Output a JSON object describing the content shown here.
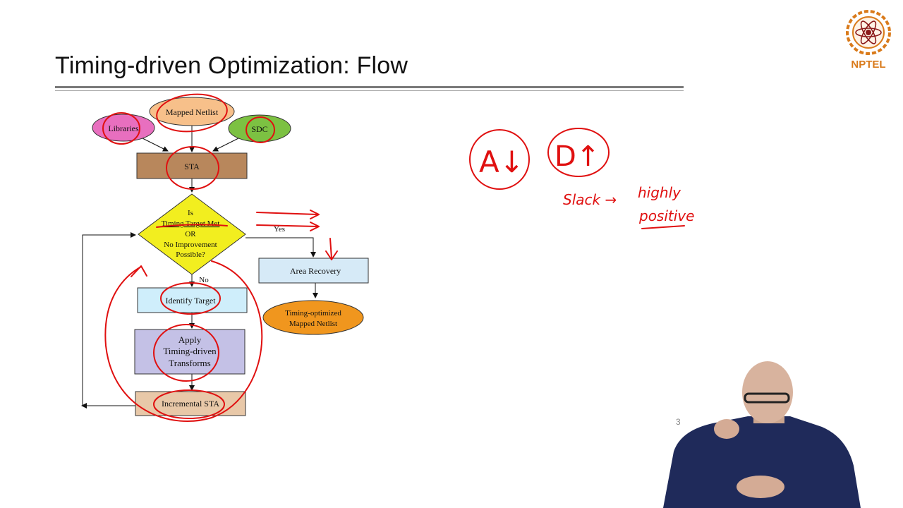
{
  "slide": {
    "title": "Timing-driven Optimization: Flow",
    "page_number": "3",
    "logo_label": "NPTEL"
  },
  "flow": {
    "mapped_netlist": "Mapped Netlist",
    "libraries": "Libraries",
    "sdc": "SDC",
    "sta": "STA",
    "decision": [
      "Is",
      "Timing Target Met",
      "OR",
      "No Improvement",
      "Possible?"
    ],
    "yes_label": "Yes",
    "no_label": "No",
    "area_recovery": "Area Recovery",
    "optimized_netlist": [
      "Timing-optimized",
      "Mapped Netlist"
    ],
    "identify_target": "Identify Target",
    "apply_transforms": [
      "Apply",
      "Timing-driven",
      "Transforms"
    ],
    "incremental_sta": "Incremental STA"
  },
  "annotations": {
    "a_note": "A↓",
    "d_note": "D↑",
    "slack_note": "Slack →",
    "highly": "highly",
    "positive": "positive"
  },
  "colors": {
    "mapped_netlist": "#f7c08a",
    "libraries": "#e86fbf",
    "sdc": "#7cc142",
    "sta": "#b8875c",
    "decision": "#f2ee1f",
    "area_recovery": "#d6eaf7",
    "optimized_netlist": "#f0961e",
    "identify_target": "#cfeefb",
    "apply_transforms": "#c4c1e6",
    "incremental_sta": "#e8c8a8",
    "ink": "#e01010",
    "logo": "#d97a1a"
  }
}
